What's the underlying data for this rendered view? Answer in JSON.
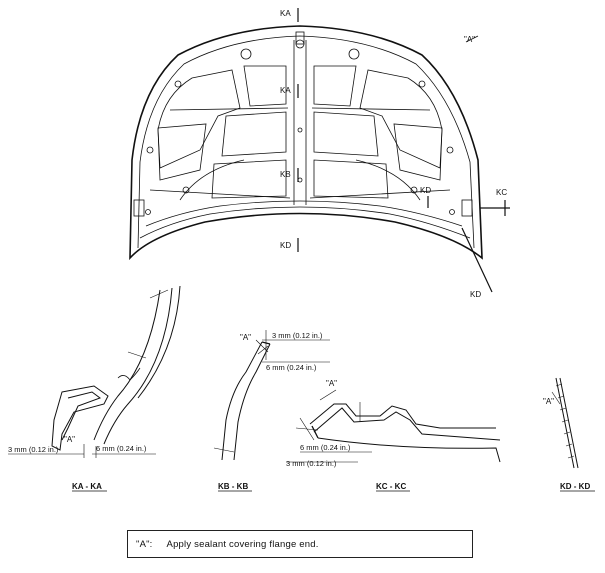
{
  "labels": {
    "ka": "KA",
    "kb": "KB",
    "kc": "KC",
    "kd": "KD",
    "a": "\"A\""
  },
  "sections": {
    "ka": "KA - KA",
    "kb": "KB - KB",
    "kc": "KC - KC",
    "kd": "KD - KD"
  },
  "dimensions": {
    "three_mm": "3 mm (0.12 in.)",
    "six_mm": "6 mm (0.24 in.)"
  },
  "note": {
    "tag": "\"A\":",
    "text": "Apply sealant covering flange end."
  }
}
